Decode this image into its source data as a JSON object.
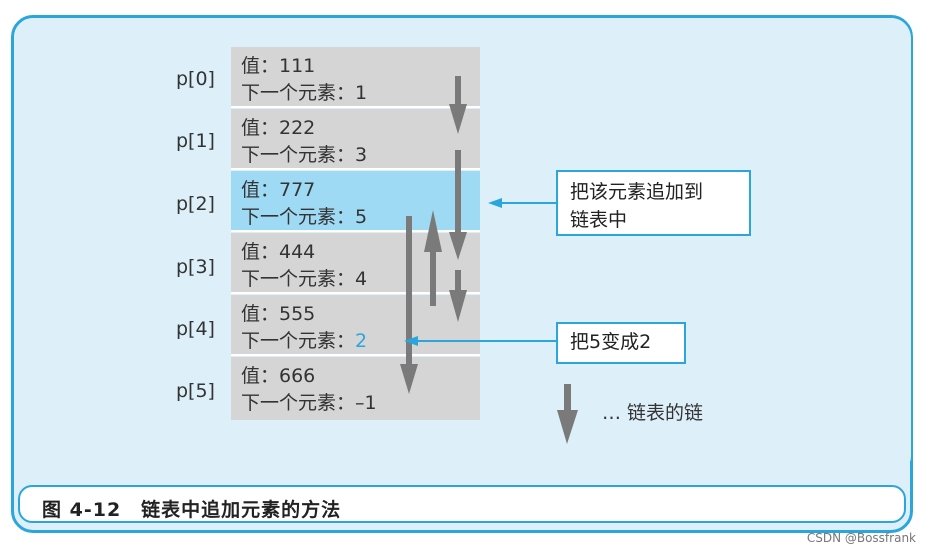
{
  "pointers": [
    "p[0]",
    "p[1]",
    "p[2]",
    "p[3]",
    "p[4]",
    "p[5]"
  ],
  "nodes": [
    {
      "value_label": "值：111",
      "next_label": "下一个元素：",
      "next_value": "1"
    },
    {
      "value_label": "值：222",
      "next_label": "下一个元素：",
      "next_value": "3"
    },
    {
      "value_label": "值：777",
      "next_label": "下一个元素：",
      "next_value": "5"
    },
    {
      "value_label": "值：444",
      "next_label": "下一个元素：",
      "next_value": "4"
    },
    {
      "value_label": "值：555",
      "next_label": "下一个元素：",
      "next_value": "2"
    },
    {
      "value_label": "值：666",
      "next_label": "下一个元素：",
      "next_value": "–1"
    }
  ],
  "callouts": {
    "add_node_line1": "把该元素追加到",
    "add_node_line2": "链表中",
    "change_next": "把5变成2"
  },
  "legend": {
    "text": "… 链表的链"
  },
  "caption": "图 4-12　链表中追加元素的方法",
  "watermark": "CSDN @Bossfrank",
  "colors": {
    "accent": "#2aa6dc",
    "highlight": "#9fdaf4",
    "cell": "#d5d5d5",
    "arrow": "#7a7a7a"
  }
}
